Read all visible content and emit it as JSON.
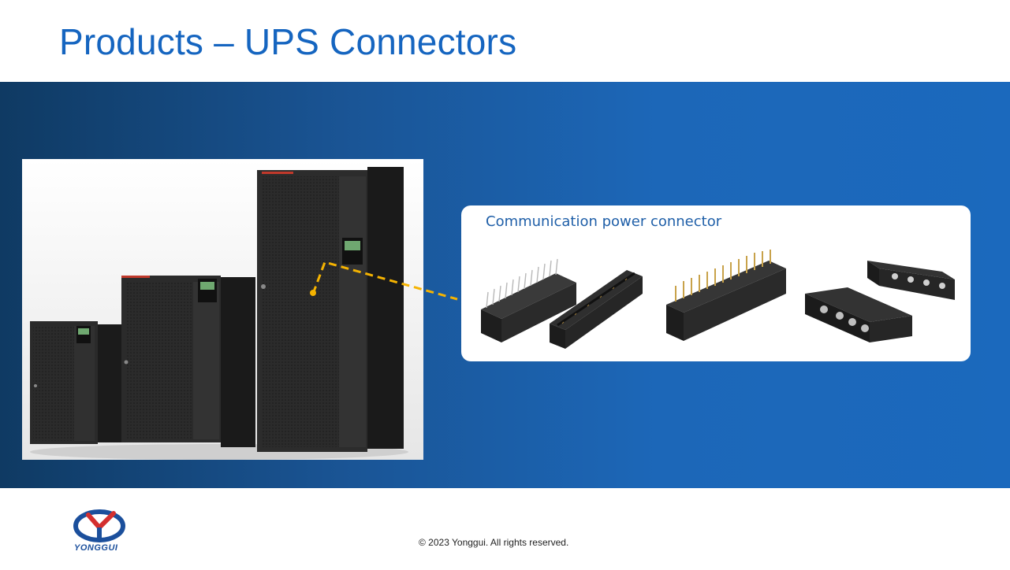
{
  "slide": {
    "title": "Products – UPS Connectors"
  },
  "card": {
    "title": "Communication power connector"
  },
  "footer": {
    "copyright": "© 2023 Yonggui. All rights reserved.",
    "logo_text": "YONGGUI"
  },
  "colors": {
    "title": "#1565c0",
    "band_start": "#0f3a63",
    "band_end": "#1b69bd",
    "callout_line": "#f5b301"
  },
  "icons": {
    "logo": "yonggui-logo-icon"
  }
}
